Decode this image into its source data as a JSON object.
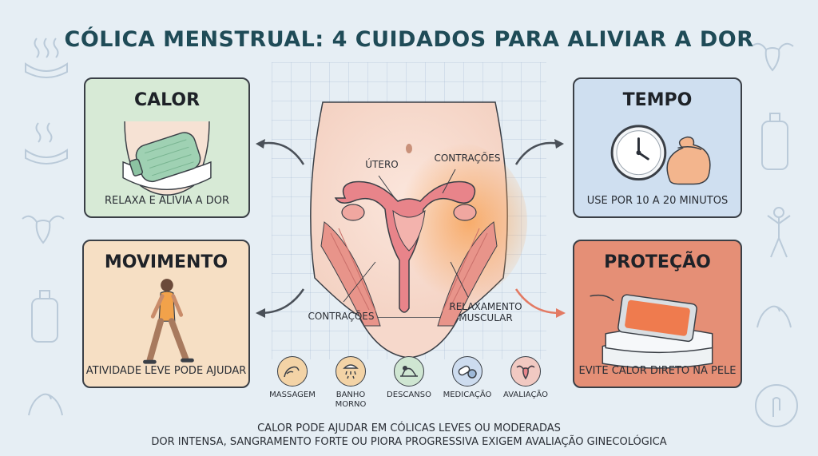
{
  "title": "CÓLICA MENSTRUAL: 4 CUIDADOS PARA ALIVIAR A DOR",
  "cards": {
    "calor": {
      "title": "CALOR",
      "caption": "RELAXA E ALIVIA A DOR",
      "color": "#d7ead6"
    },
    "tempo": {
      "title": "TEMPO",
      "caption": "USE POR 10 A 20 MINUTOS",
      "color": "#cfdff0"
    },
    "movimento": {
      "title": "MOVIMENTO",
      "caption": "ATIVIDADE LEVE PODE AJUDAR",
      "color": "#f6dfc4"
    },
    "protecao": {
      "title": "PROTEÇÃO",
      "caption": "EVITE CALOR DIRETO NA PELE",
      "color": "#e58f76"
    }
  },
  "center": {
    "label_utero": "ÚTERO",
    "label_contracoes_top": "CONTRAÇÕES",
    "label_contracoes_bottom": "CONTRAÇÕES",
    "label_relaxamento_1": "RELAXAMENTO",
    "label_relaxamento_2": "MUSCULAR"
  },
  "icons": [
    {
      "name": "massage-icon",
      "label": "MASSAGEM",
      "color": "#f3d3a6"
    },
    {
      "name": "shower-icon",
      "label_1": "BANHO",
      "label_2": "MORNO",
      "color": "#f3d3a6"
    },
    {
      "name": "rest-icon",
      "label": "DESCANSO",
      "color": "#cfe6d2"
    },
    {
      "name": "pills-icon",
      "label": "MEDICAÇÃO",
      "color": "#cddcef"
    },
    {
      "name": "uterus-icon",
      "label": "AVALIAÇÃO",
      "color": "#f1c9c2"
    }
  ],
  "footer": {
    "line1": "CALOR PODE AJUDAR EM CÓLICAS LEVES OU MODERADAS",
    "line2": "DOR INTENSA, SANGRAMENTO FORTE OU PIORA PROGRESSIVA EXIGEM AVALIAÇÃO GINECOLÓGICA"
  },
  "colors": {
    "title": "#1f4b57",
    "background": "#e6eef4",
    "uterus": "#e8848a",
    "heat": "#f08a3c"
  }
}
